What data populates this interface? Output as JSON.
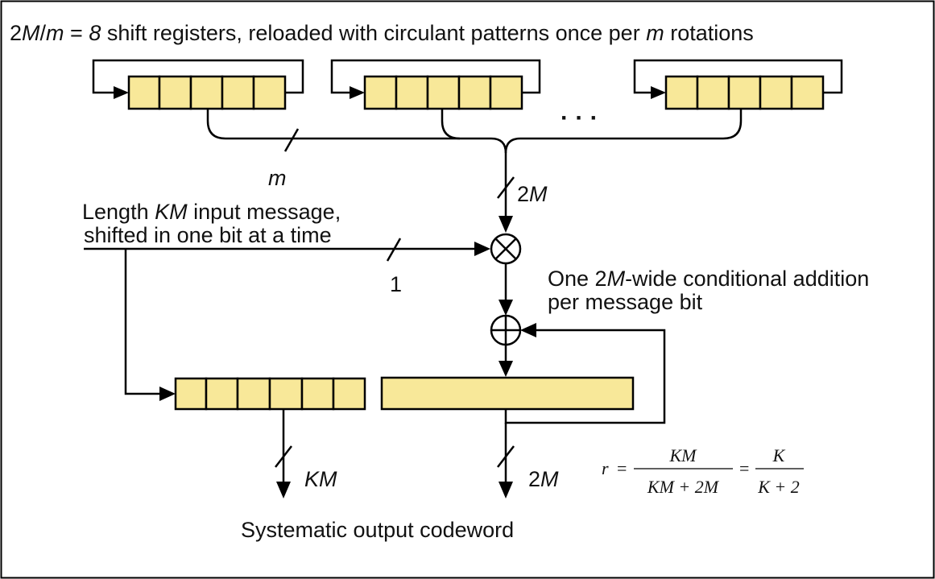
{
  "title": {
    "prefix": "2",
    "M": "M",
    "slash": "/",
    "m": "m",
    "equals": " = ",
    "eight": "8",
    "rest_a": " shift registers, reloaded with circulant patterns once per ",
    "m2": "m",
    "rest_b": " rotations"
  },
  "ellipsis": "· · ·",
  "labels": {
    "bus_m": "m",
    "bus_2M_top": "2M",
    "input_line1_a": "Length ",
    "input_line1_b": "KM",
    "input_line1_c": " input message,",
    "input_line2": "shifted in one bit at a time",
    "bus_1": "1",
    "addition_line1_a": "One 2",
    "addition_line1_b": "M",
    "addition_line1_c": "-wide conditional addition",
    "addition_line2": "per message bit",
    "out_KM": "KM",
    "out_2M": "2M",
    "output_caption": "Systematic output codeword"
  },
  "formula": {
    "r": "r",
    "eq": "=",
    "num1": "KM",
    "den1": "KM + 2M",
    "num2": "K",
    "den2": "K + 2"
  },
  "colors": {
    "register_fill": "#f8e899",
    "line": "#000000"
  },
  "icons": {
    "multiplier": "circled-times-icon",
    "adder": "circled-plus-icon"
  }
}
